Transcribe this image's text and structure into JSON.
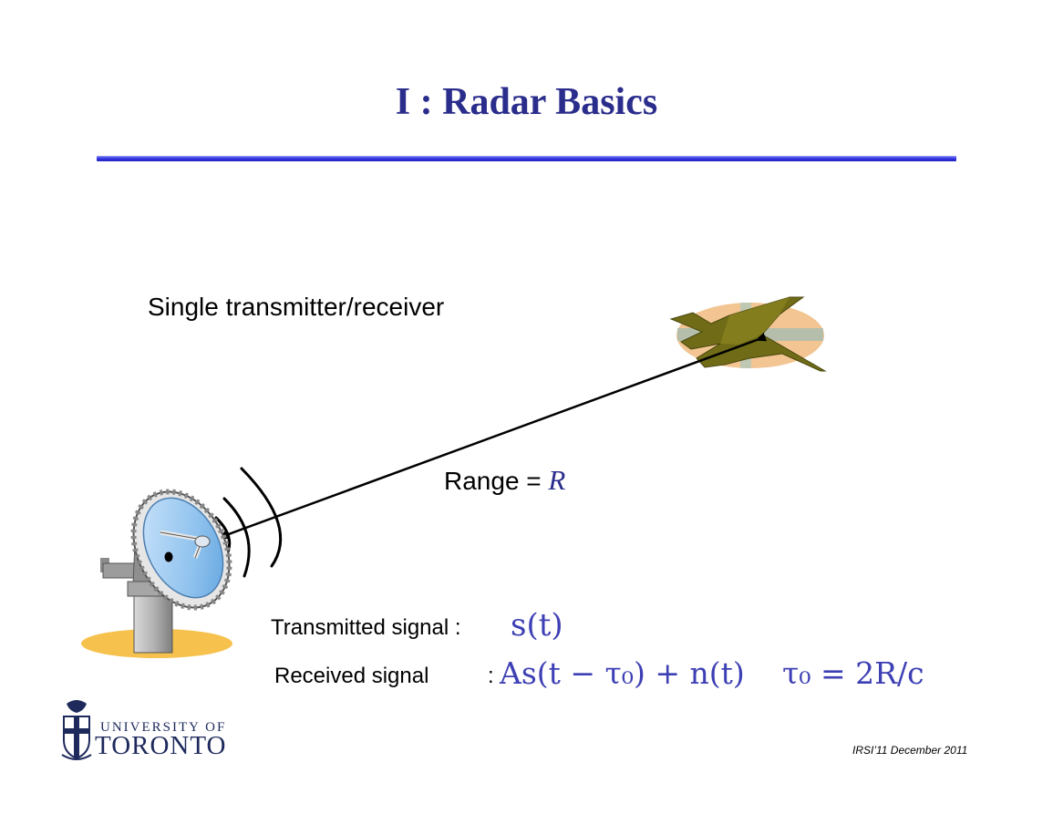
{
  "title": "I : Radar Basics",
  "subtitle": "Single transmitter/receiver",
  "range": {
    "label": "Range = ",
    "variable": "R"
  },
  "signals": {
    "transmitted_label": "Transmitted signal :",
    "transmitted_expr": "s(t)",
    "received_label": "Received signal",
    "received_colon": ":",
    "received_expr": "As(t − τ₀) + n(t)",
    "delay_expr": "τ₀ = 2R/c"
  },
  "logo": {
    "line1": "UNIVERSITY OF",
    "line2": "TORONTO"
  },
  "footer": "IRSI’11 December 2011",
  "colors": {
    "title": "#2b2d8c",
    "rule": "#3436e6",
    "math": "#3d3fb4"
  }
}
